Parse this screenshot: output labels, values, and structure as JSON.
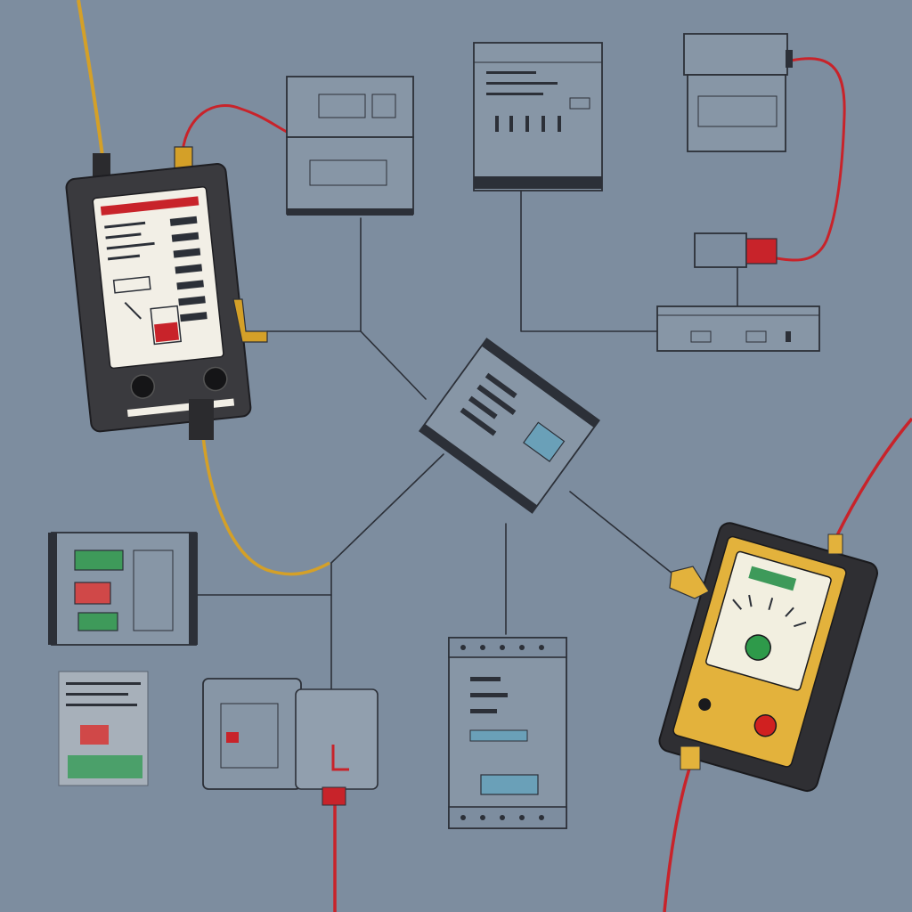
{
  "palette": {
    "background": "#7d8d9f",
    "ink": "#2c3038",
    "wire_red": "#c8232a",
    "wire_yellow": "#d4a028",
    "tester_body": "#3a3a3e",
    "meter_yellow": "#e3b23c",
    "screen_green": "#3e9a5a",
    "indicator_red": "#d02020"
  },
  "devices": [
    {
      "id": "handheld-tester",
      "kind": "handheld tester",
      "icon": "tester-icon"
    },
    {
      "id": "analog-multimeter",
      "kind": "analog multimeter",
      "icon": "multimeter-icon"
    },
    {
      "id": "central-hub",
      "kind": "junction module",
      "icon": "hub-icon"
    },
    {
      "id": "top-module-1",
      "kind": "terminal module",
      "icon": "module-icon"
    },
    {
      "id": "top-module-2",
      "kind": "terminal module",
      "icon": "module-icon"
    },
    {
      "id": "relay-box",
      "kind": "relay module",
      "icon": "relay-icon"
    },
    {
      "id": "plug-adapter",
      "kind": "plug adapter",
      "icon": "plug-icon"
    },
    {
      "id": "power-strip",
      "kind": "power strip",
      "icon": "strip-icon"
    },
    {
      "id": "left-panel",
      "kind": "control panel",
      "icon": "panel-icon"
    },
    {
      "id": "label-card",
      "kind": "label card",
      "icon": "card-icon"
    },
    {
      "id": "junction-box",
      "kind": "junction box",
      "icon": "box-icon"
    },
    {
      "id": "bottom-module",
      "kind": "terminal module",
      "icon": "module-icon"
    }
  ]
}
